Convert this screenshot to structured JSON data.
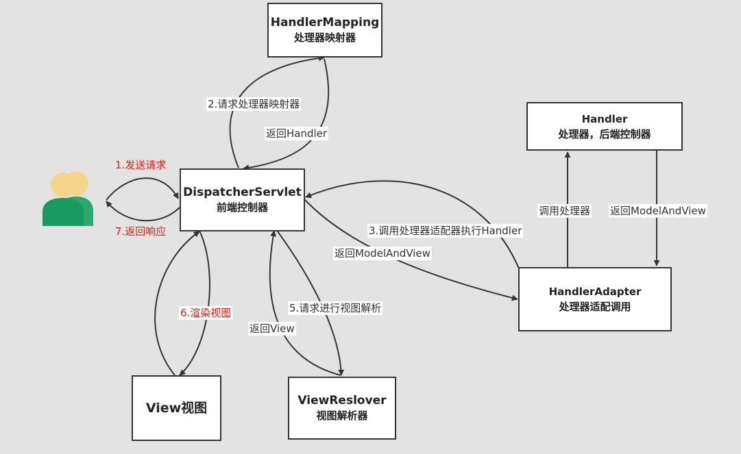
{
  "nodes": {
    "handler_mapping": {
      "title": "HandlerMapping",
      "subtitle": "处理器映射器"
    },
    "dispatcher": {
      "title": "DispatcherServlet",
      "subtitle": "前端控制器"
    },
    "handler": {
      "title": "Handler",
      "subtitle": "处理器，后端控制器"
    },
    "handler_adapter": {
      "title": "HandlerAdapter",
      "subtitle": "处理器适配调用"
    },
    "view": {
      "title": "View视图"
    },
    "view_resolver": {
      "title": "ViewReslover",
      "subtitle": "视图解析器"
    }
  },
  "edges": {
    "step1": "1.发送请求",
    "step7": "7.返回响应",
    "step2": "2.请求处理器映射器",
    "return_handler": "返回Handler",
    "step3": "3.调用处理器适配器执行Handler",
    "return_mav_dispatcher": "返回ModelAndView",
    "call_handler": "调用处理器",
    "return_mav_adapter": "返回ModelAndView",
    "step5": "5.请求进行视图解析",
    "return_view": "返回View",
    "step6": "6.渲染视图"
  },
  "colors": {
    "user_icon_front": "#1a9a63",
    "user_icon_back": "#2ca86e",
    "user_head": "#f5d58a",
    "highlight_text": "#e0201c",
    "line": "#333333"
  },
  "icons": {
    "user": "users-icon"
  }
}
